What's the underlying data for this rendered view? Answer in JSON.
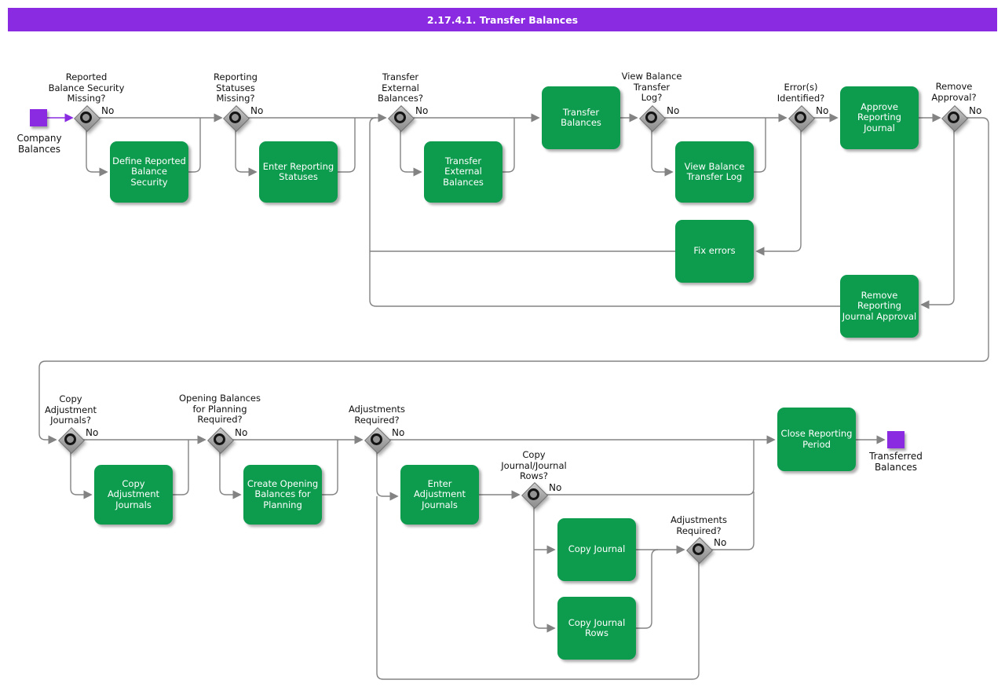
{
  "title": "2.17.4.1. Transfer Balances",
  "no": "No",
  "colors": {
    "accent_purple": "#8A2BE2",
    "activity_green": "#0D9B4D",
    "decision_gray": "#A9A9A9",
    "line_gray": "#838383"
  },
  "start_label": "Company\nBalances",
  "end_label": "Transferred\nBalances",
  "decisions": {
    "reported_balance_security_missing": "Reported\nBalance Security\nMissing?",
    "reporting_statuses_missing": "Reporting\nStatuses\nMissing?",
    "transfer_external_balances": "Transfer\nExternal\nBalances?",
    "view_balance_transfer_log": "View Balance\nTransfer\nLog?",
    "errors_identified": "Error(s)\nIdentified?",
    "remove_approval": "Remove\nApproval?",
    "copy_adjustment_journals": "Copy\nAdjustment\nJournals?",
    "opening_balances_for_planning_required": "Opening Balances\nfor Planning\nRequired?",
    "adjustments_required_1": "Adjustments\nRequired?",
    "copy_journal_journal_rows": "Copy\nJournal/Journal\nRows?",
    "adjustments_required_2": "Adjustments\nRequired?"
  },
  "activities": {
    "define_reported_balance_security": "Define Reported\nBalance Security",
    "enter_reporting_statuses": "Enter Reporting\nStatuses",
    "transfer_external_balances": "Transfer\nExternal\nBalances",
    "transfer_balances": "Transfer\nBalances",
    "view_balance_transfer_log": "View Balance\nTransfer Log",
    "approve_reporting_journal": "Approve\nReporting\nJournal",
    "fix_errors": "Fix errors",
    "remove_reporting_journal_approval": "Remove\nReporting\nJournal Approval",
    "copy_adjustment_journals": "Copy\nAdjustment\nJournals",
    "create_opening_balances_for_planning": "Create Opening\nBalances for\nPlanning",
    "enter_adjustment_journals": "Enter\nAdjustment\nJournals",
    "copy_journal": "Copy Journal",
    "copy_journal_rows": "Copy Journal\nRows",
    "close_reporting_period": "Close Reporting\nPeriod"
  }
}
